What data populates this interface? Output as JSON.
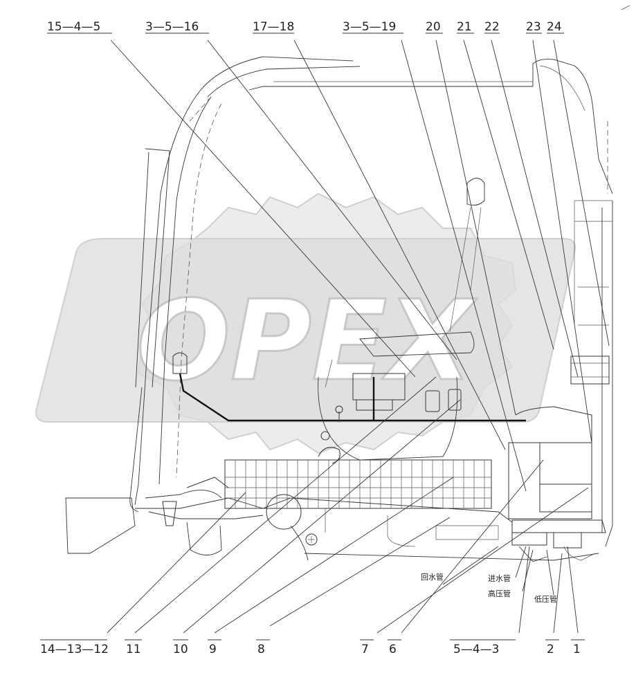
{
  "top_callouts": [
    "15—4—5",
    "3—5—16",
    "17—18",
    "3—5—19",
    "20",
    "21",
    "22",
    "23",
    "24"
  ],
  "bottom_callouts": [
    "14—13—12",
    "11",
    "10",
    "9",
    "8",
    "7",
    "6",
    "5—4—3",
    "2",
    "1"
  ],
  "pipe_labels": {
    "return": "回水管",
    "inlet": "进水管",
    "high_pressure": "高压管",
    "low_pressure": "低压管"
  },
  "watermark": "OPEX",
  "colors": {
    "line": "#333333",
    "watermark": "#dcdcdc",
    "background": "#ffffff"
  }
}
